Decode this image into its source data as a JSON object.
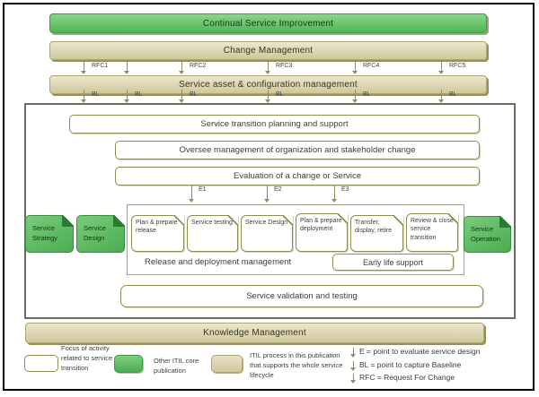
{
  "bars": {
    "csi": "Continual Service Improvement",
    "change": "Change Management",
    "sacm": "Service asset & configuration management",
    "knowledge": "Knowledge Management"
  },
  "rfc_row": [
    "RFC1",
    "",
    "RFC2",
    "RFC3",
    "RFC4",
    "RFC5"
  ],
  "bl_row": [
    "BL",
    "BL",
    "BL",
    "BL",
    "BL",
    "BL"
  ],
  "transition_box": {
    "planning": "Service transition planning and support",
    "oversee": "Oversee management of organization and stakeholder change",
    "evaluation": "Evaluation of a change or Service",
    "e_labels": [
      "E1",
      "E2",
      "E3"
    ],
    "docs": [
      "Plan & prepare release",
      "Service testing",
      "Service Design",
      "Plan & prepare deployment",
      "Transfer, display, retire",
      "Review & close service transition"
    ],
    "release_label": "Release and deployment management",
    "early_life": "Early life support",
    "validation": "Service validation and testing"
  },
  "side_tabs": {
    "strategy": "Service Strategy",
    "design": "Service Design",
    "operation": "Service Operation"
  },
  "legend": {
    "white_label": "Focus of activity related to service transition",
    "green_label": "Other ITIL core publication",
    "tan_label": "ITIL process in this publication that supports the whole service lifecycle",
    "notes": [
      "E = point to evaluate service design",
      "BL = point to capture Baseline",
      "RFC = Request For Change"
    ]
  },
  "colors": {
    "green": "#5cbd5e",
    "green_border": "#3d9c43",
    "green_fold": "#2b7a31",
    "tan": "#d6cfa4",
    "tan_border": "#aea670",
    "olive_border": "#8e8e52",
    "outer_border": "#6b6b5e",
    "arrow": "#8f8f63",
    "text": "#3f3f3f"
  }
}
